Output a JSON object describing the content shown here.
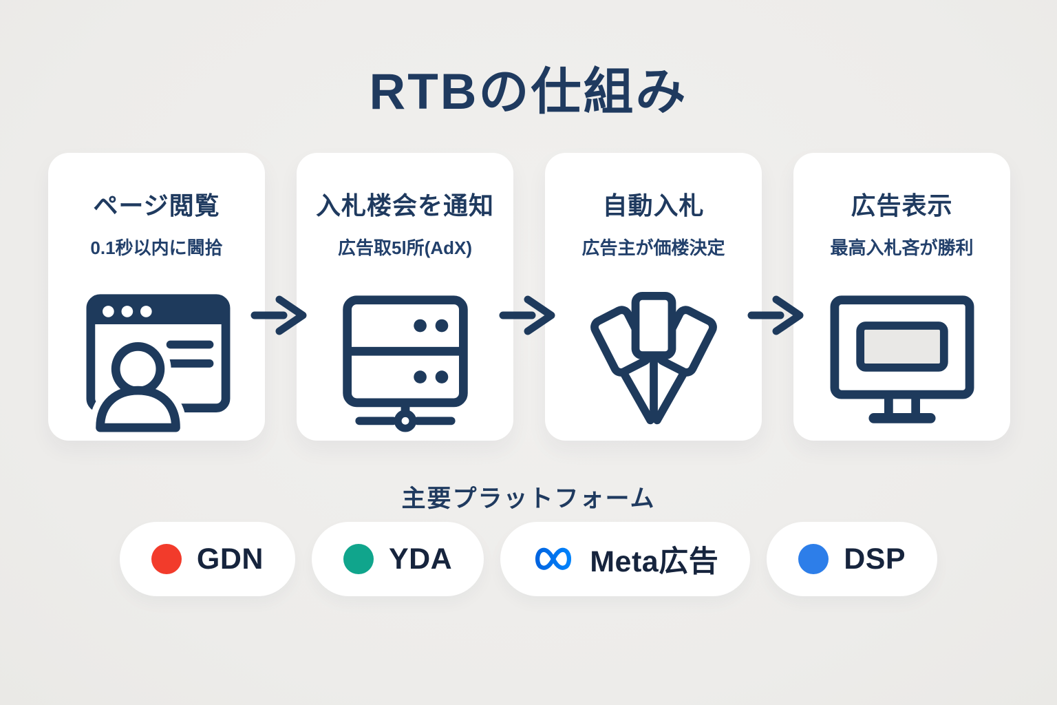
{
  "title": "RTBの仕組み",
  "steps": [
    {
      "title": "ページ閲覧",
      "subtitle": "0.1秒以内に閪拾",
      "icon": "browser-user-icon"
    },
    {
      "title": "入札楼会を通知",
      "subtitle": "広告取5l所(AdX)",
      "icon": "ad-exchange-server-icon"
    },
    {
      "title": "自動入札",
      "subtitle": "広告主が価楼決定",
      "icon": "bid-paddles-icon"
    },
    {
      "title": "広告表示",
      "subtitle": "最高入札吝が勝利",
      "icon": "monitor-ad-icon"
    }
  ],
  "arrows": {
    "count": 3,
    "icon": "right-arrow-icon",
    "color": "#1e3a5c"
  },
  "platforms": {
    "heading": "主要プラットフォーム",
    "items": [
      {
        "label": "GDN",
        "icon": "red-dot",
        "color": "#f23b2b"
      },
      {
        "label": "YDA",
        "icon": "teal-dot",
        "color": "#10a58c"
      },
      {
        "label": "Meta広告",
        "icon": "meta-infinity-logo",
        "color": "#0073ee"
      },
      {
        "label": "DSP",
        "icon": "blue-dot",
        "color": "#2d7ee9"
      }
    ]
  },
  "colors": {
    "background": "#efeeec",
    "card": "#ffffff",
    "navy": "#1f3a5f",
    "banner_gray": "#e9e8e6",
    "meta_blue_start": "#0064e0",
    "meta_blue_end": "#0082fb"
  }
}
